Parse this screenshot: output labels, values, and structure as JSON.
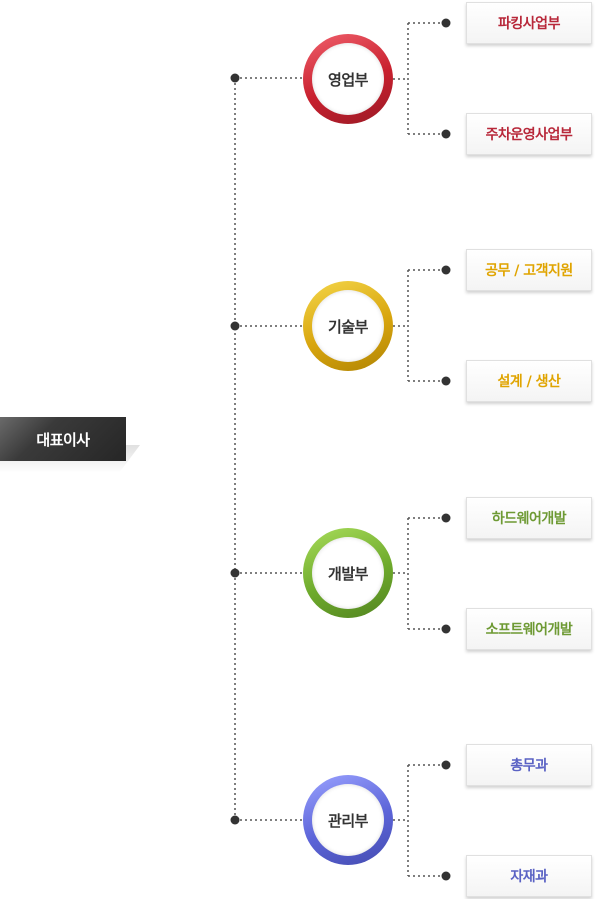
{
  "ceo": {
    "label": "대표이사"
  },
  "departments": [
    {
      "label": "영업부",
      "color": "#c8202e",
      "teams": [
        "파킹사업부",
        "주차운영사업부"
      ]
    },
    {
      "label": "기술부",
      "color": "#d8a50e",
      "teams": [
        "공무 / 고객지원",
        "설계 / 생산"
      ]
    },
    {
      "label": "개발부",
      "color": "#6eaa2c",
      "teams": [
        "하드웨어개발",
        "소프트웨어개발"
      ]
    },
    {
      "label": "관리부",
      "color": "#5c64d8",
      "teams": [
        "총무과",
        "자재과"
      ]
    }
  ],
  "team_text_colors": [
    "#b8283a",
    "#e0a400",
    "#6e9a34",
    "#5a62c4"
  ]
}
